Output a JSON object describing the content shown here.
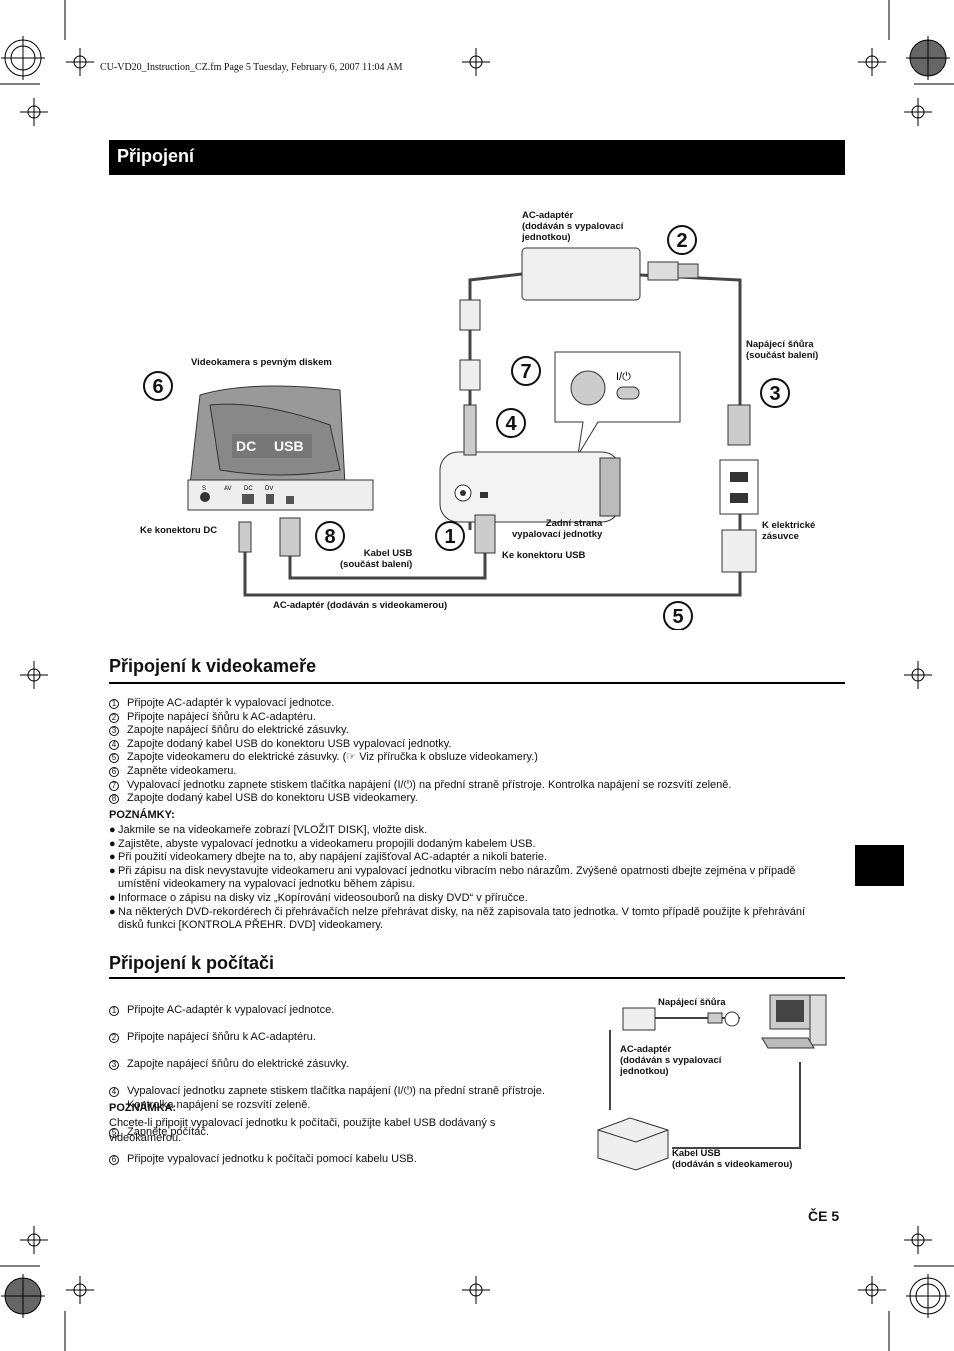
{
  "header": {
    "print_line": "CU-VD20_Instruction_CZ.fm  Page 5  Tuesday, February 6, 2007  11:04 AM"
  },
  "title": "Připojení",
  "diagram1": {
    "labels": {
      "ac_adapter_top": "AC-adaptér\n(dodáván s vypalovací\njednotkou)",
      "power_cord": "Napájecí šňůra\n(součást balení)",
      "camera": "Videokamera s pevným diskem",
      "dc_connector": "Ke konektoru DC",
      "usb_cable": "Kabel USB\n(součást balení)",
      "rear_side": "Zadní strana\nvypalovací jednotky",
      "usb_connector": "Ke konektoru USB",
      "outlet": "K elektrické\nzásuvce",
      "ac_adapter_bottom": "AC-adaptér (dodáván s videokamerou)"
    },
    "camera_ports": {
      "dc": "DC",
      "usb": "USB",
      "s": "S",
      "av": "AV",
      "dc_small": "DC",
      "dv": "DV"
    },
    "power_symbol": "I/⏻",
    "callouts": [
      "1",
      "2",
      "3",
      "4",
      "5",
      "6",
      "7",
      "8"
    ]
  },
  "section1": {
    "title": "Připojení k videokameře",
    "steps": [
      {
        "num": "1",
        "text": "Připojte AC-adaptér k vypalovací jednotce."
      },
      {
        "num": "2",
        "text": "Připojte napájecí šňůru k AC-adaptéru."
      },
      {
        "num": "3",
        "text": "Zapojte napájecí šňůru do elektrické zásuvky."
      },
      {
        "num": "4",
        "text": "Zapojte dodaný kabel USB do konektoru USB vypalovací jednotky."
      },
      {
        "num": "5",
        "text": "Zapojte videokameru do elektrické zásuvky. (☞ Viz příručka k obsluze videokamery.)"
      },
      {
        "num": "6",
        "text": "Zapněte videokameru."
      },
      {
        "num": "7",
        "text": "Vypalovací jednotku zapnete stiskem tlačítka napájení (I/⏻) na přední straně přístroje. Kontrolka napájení se rozsvítí zeleně."
      },
      {
        "num": "8",
        "text": "Zapojte dodaný kabel USB do konektoru USB videokamery."
      }
    ],
    "notes_title": "POZNÁMKY:",
    "notes": [
      "Jakmile se na videokameře zobrazí [VLOŽIT DISK], vložte disk.",
      "Zajistěte, abyste vypalovací jednotku a videokameru propojili dodaným kabelem USB.",
      "Při použití videokamery dbejte na to, aby napájení zajišťoval AC-adaptér a nikoli baterie.",
      "Při zápisu na disk nevystavujte videokameru ani vypalovací jednotku vibracím nebo nárazům. Zvýšené opatrnosti dbejte zejména v případě umístění videokamery na vypalovací jednotku během zápisu.",
      "Informace o zápisu na disky viz „Kopírování videosouborů na disky DVD“ v příručce.",
      "Na některých DVD-rekordérech či přehrávačích nelze přehrávat disky, na něž zapisovala tato jednotka. V tomto případě použijte k přehrávání disků funkci [KONTROLA PŘEHR. DVD] videokamery."
    ]
  },
  "section2": {
    "title": "Připojení k počítači",
    "steps": [
      {
        "num": "1",
        "text": "Připojte AC-adaptér k vypalovací jednotce."
      },
      {
        "num": "2",
        "text": "Připojte napájecí šňůru k AC-adaptéru."
      },
      {
        "num": "3",
        "text": "Zapojte napájecí šňůru do elektrické zásuvky."
      },
      {
        "num": "4",
        "text": "Vypalovací jednotku zapnete stiskem tlačítka napájení (I/⏻) na přední straně přístroje.\nKontrolka napájení se rozsvítí zeleně."
      },
      {
        "num": "5",
        "text": "Zapněte počítač."
      },
      {
        "num": "6",
        "text": "Připojte vypalovací jednotku k počítači pomocí kabelu USB."
      }
    ],
    "note_title": "POZNÁMKA:",
    "note": "Chcete-li připojit vypalovací jednotku k počítači, použijte kabel USB dodávaný s videokamerou.",
    "diagram_labels": {
      "power_cord": "Napájecí šňůra",
      "ac_adapter": "AC-adaptér\n(dodáván s vypalovací\njednotkou)",
      "usb_cable": "Kabel USB\n(dodáván s videokamerou)"
    }
  },
  "footer": {
    "page": "ČE  5"
  }
}
